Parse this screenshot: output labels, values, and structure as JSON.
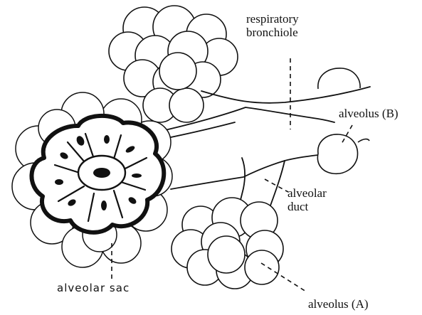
{
  "diagram": {
    "labels": {
      "respiratory_bronchiole_line1": "respiratory",
      "respiratory_bronchiole_line2": "bronchiole",
      "alveolus_b": "alveolus (B)",
      "alveolar_duct_line1": "alveolar",
      "alveolar_duct_line2": "duct",
      "alveolar_sac": "alveolar sac",
      "alveolus_a": "alveolus (A)"
    }
  }
}
